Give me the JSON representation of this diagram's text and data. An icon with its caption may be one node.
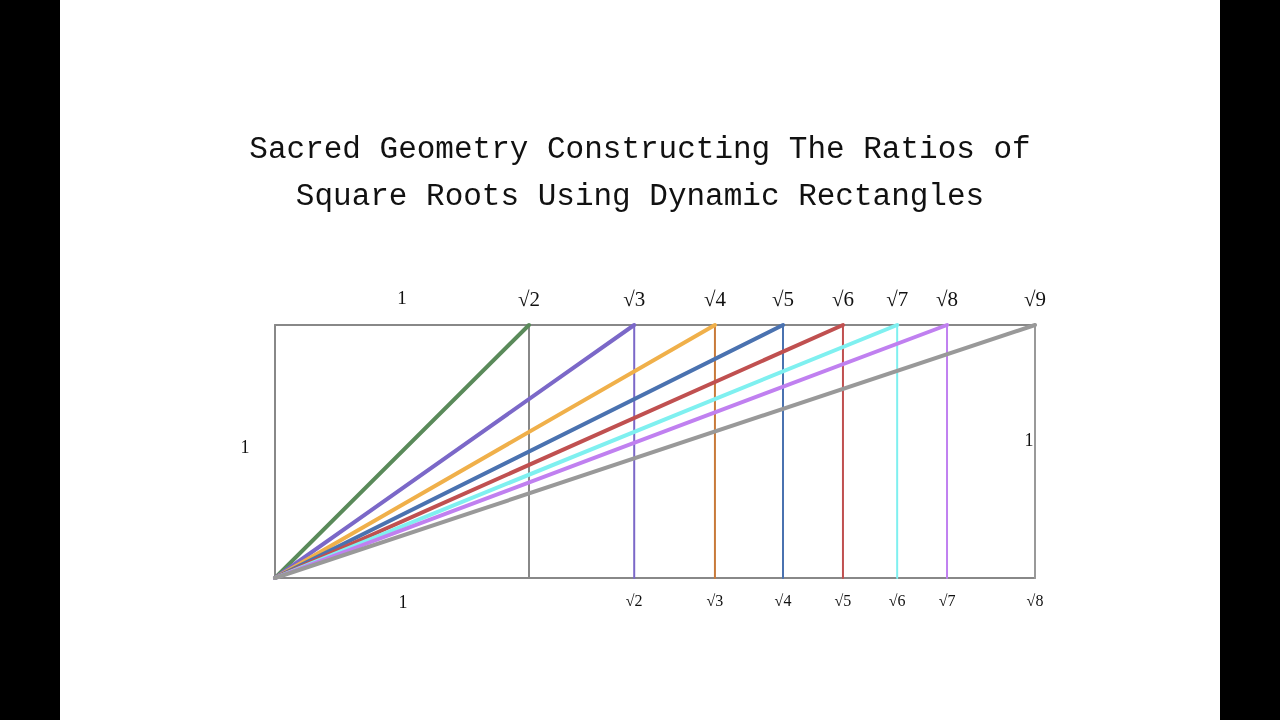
{
  "diagram": {
    "title": "Sacred Geometry Constructing The Ratios of Square Roots Using Dynamic Rectangles",
    "labels": [
      "1",
      "√2",
      "√3",
      "√4",
      "√5",
      "√6",
      "√7",
      "√8",
      "√9",
      "1",
      "1",
      "1",
      "√2",
      "√3",
      "√4",
      "√5",
      "√6",
      "√7",
      "√8"
    ]
  }
}
